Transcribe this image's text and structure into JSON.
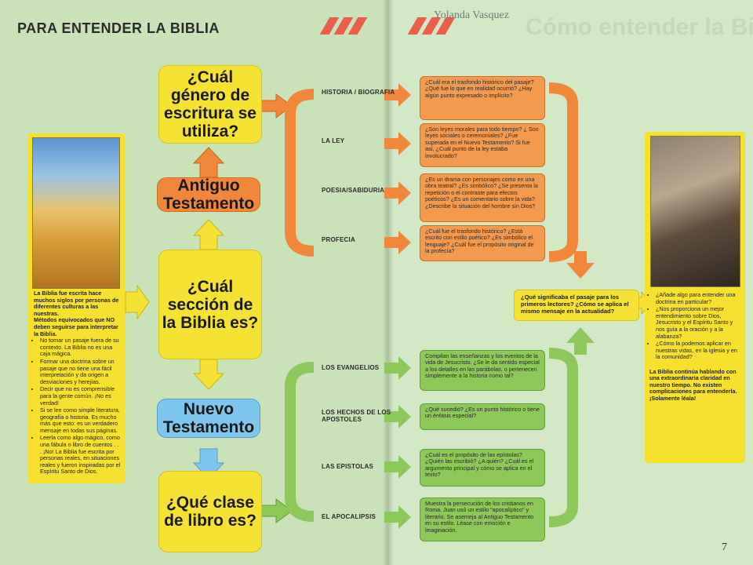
{
  "header": {
    "title": "PARA ENTENDER LA BIBLIA",
    "author": "Yolanda Vasquez",
    "ghost": "Cómo entender la Biblia"
  },
  "colors": {
    "yellow": "#f6e232",
    "orange": "#f0873a",
    "green": "#8cc85a",
    "blue": "#7fc6ef"
  },
  "left_panel": {
    "intro": "La Biblia fue escrita hace muchos siglos por personas de diferentes culturas a las nuestras.",
    "methods_title": "Métodos equivocados que NO deben seguirse para interpretar la Biblia.",
    "bullets": [
      "No tomar un pasaje fuera de su contexto. La Biblia no es una caja mágica.",
      "Formar una doctrina sobre un pasaje que no tiene una fácil interpretación y da origen a desviaciones y herejías.",
      "Decir que no es comprensible para la gente común. ¡No es verdad!",
      "Si se lee como simple literatura, geografía o historia. Es mucho más que esto: es un verdadero mensaje en todas sus páginas.",
      "Leerla como algo mágico, como una fábula o libro de cuentos . . . ¡No! La Biblia fue escrita por personas reales, en situaciones reales y fueron inspiradas por el Espíritu Santo de Dios."
    ]
  },
  "center": {
    "genre": "¿Cuál género de escritura se utiliza?",
    "ot": "Antiguo Testamento",
    "section": "¿Cuál sección de la Biblia es?",
    "nt": "Nuevo Testamento",
    "book": "¿Qué clase de libro es?"
  },
  "ot_branches": [
    {
      "label": "HISTORIA / BIOGRAFIA",
      "question": "¿Cuál era el trasfondo histórico del pasaje? ¿Qué fue lo que en realidad ocurrió? ¿Hay algún punto expresado o implícito?"
    },
    {
      "label": "LA LEY",
      "question": "¿Son leyes morales para todo tiempo? ¿ Son leyes sociales o ceremoniales? ¿Fue superada en el Nuevo Testamento? Si fue así, ¿Cuál punto de la ley estaba involucrado?"
    },
    {
      "label": "POESIA/SABIDURIA",
      "question": "¿Es un drama con personajes como en una obra teatral? ¿Es simbólico? ¿Se presenta la repetición o el contraste para efectos poéticos? ¿Es un comentario sobre la vida? ¿Describe la situación del hombre sin Dios?"
    },
    {
      "label": "PROFECIA",
      "question": "¿Cuál fue el trasfondo histórico? ¿Está escrito con estilo poético? ¿Es simbólico el lenguaje? ¿Cuál fue el propósito original de la profecía?"
    }
  ],
  "nt_branches": [
    {
      "label": "LOS EVANGELIOS",
      "question": "Compilan las enseñanzas y los eventos de la vida de Jesucristo. ¿Se le da sentido especial a los detalles en las parábolas, o pertenecen simplemente a la historia como tal?"
    },
    {
      "label": "LOS HECHOS DE LOS APOSTOLES",
      "question": "¿Qué sucedió? ¿Es un punto histórico o tiene un énfasis especial?"
    },
    {
      "label": "LAS EPISTOLAS",
      "question": "¿Cuál es el propósito de las epístolas? ¿Quién las escribió? ¿A quién? ¿Cuál es el argumento principal y cómo se aplica en el texto?"
    },
    {
      "label": "EL APOCALIPSIS",
      "question": "Muestra la persecución de los cristianos en Roma. Juan usó un estilo \"apocalíptico\" y literario. Se asemeja al Antiguo Testamento en su estilo. Léase con emoción e imaginación."
    }
  ],
  "center_question": "¿Qué significaba el pasaje para los primeros lectores? ¿Cómo se aplica el mismo mensaje en la actualidad?",
  "right_panel": {
    "bullets": [
      "¿Añade algo para entender una doctrina en particular?",
      "¿Nos proporciona un mejor entendimiento sobre Dios, Jesucristo y el Espíritu Santo y nos guía a la oración y a la alabanza?",
      "¿Cómo la podemos aplicar en nuestras vidas, en la iglesia y en la comunidad?"
    ],
    "closing": "La Biblia continúa hablando con una extraordinaria claridad en nuestro tiempo. No existen complicaciones para entenderla. ¡Solamente léala!"
  },
  "page_number": "7"
}
